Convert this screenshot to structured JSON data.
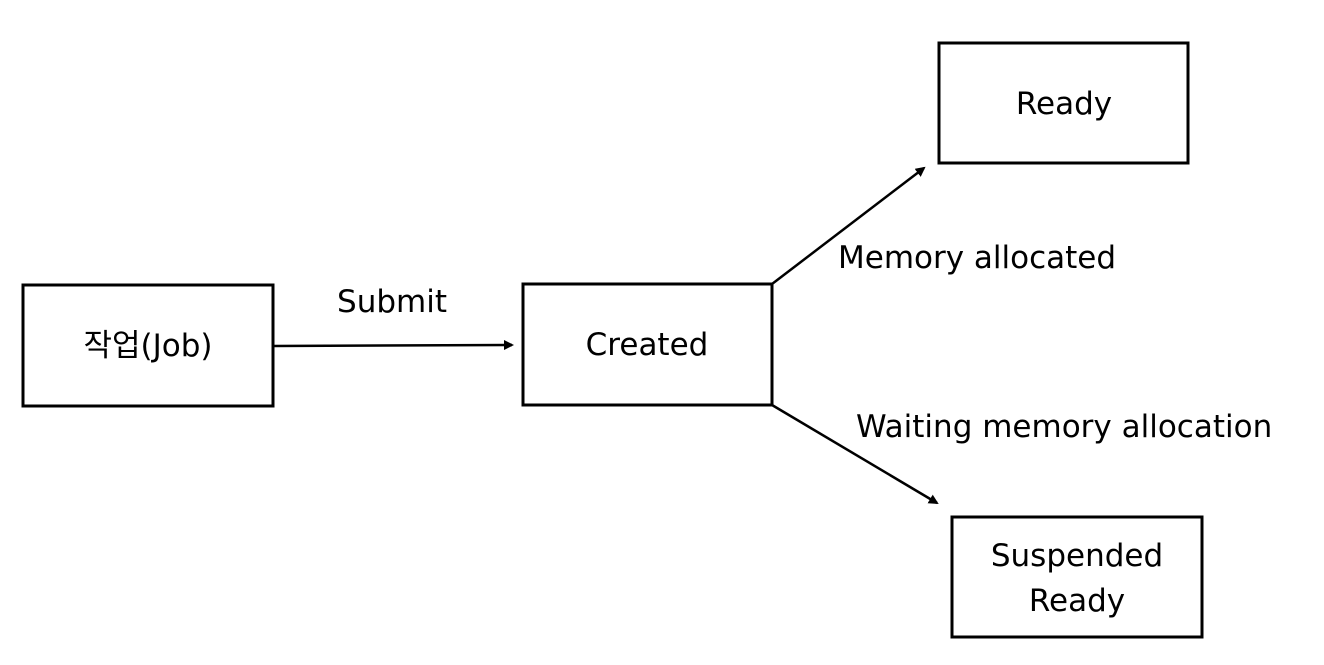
{
  "diagram": {
    "nodes": {
      "job": {
        "label": "작업(Job)"
      },
      "created": {
        "label": "Created"
      },
      "ready": {
        "label": "Ready"
      },
      "suspended_ready": {
        "label_line1": "Suspended",
        "label_line2": "Ready"
      }
    },
    "edges": {
      "submit": {
        "label": "Submit"
      },
      "memory_allocated": {
        "label": "Memory allocated"
      },
      "waiting_memory_allocation": {
        "label": "Waiting memory allocation"
      }
    },
    "colors": {
      "stroke": "#000000",
      "background": "#ffffff",
      "text": "#000000"
    }
  }
}
